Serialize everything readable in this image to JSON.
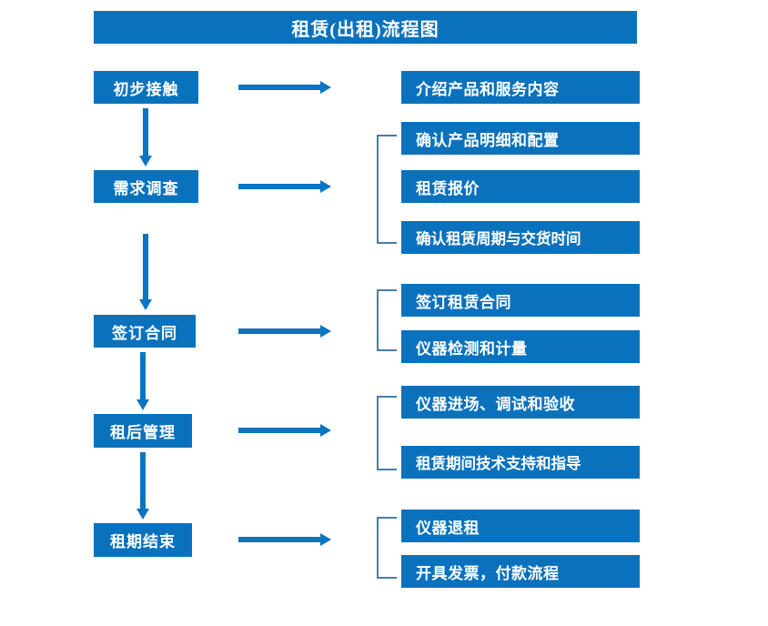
{
  "diagram": {
    "title": "租赁(出租)流程图",
    "accent_color": "#0a72bd",
    "arrow_color": "#0d74bf",
    "bracket_color": "#4a7ba8",
    "text_color": "#ffffff",
    "background_color": "#ffffff"
  },
  "stages": [
    {
      "id": "stage-1",
      "label": "初步接触"
    },
    {
      "id": "stage-2",
      "label": "需求调查"
    },
    {
      "id": "stage-3",
      "label": "签订合同"
    },
    {
      "id": "stage-4",
      "label": "租后管理"
    },
    {
      "id": "stage-5",
      "label": "租期结束"
    }
  ],
  "details": [
    {
      "id": "detail-1-1",
      "label": "介绍产品和服务内容"
    },
    {
      "id": "detail-2-1",
      "label": "确认产品明细和配置"
    },
    {
      "id": "detail-2-2",
      "label": "租赁报价"
    },
    {
      "id": "detail-2-3",
      "label": "确认租赁周期与交货时间"
    },
    {
      "id": "detail-3-1",
      "label": "签订租赁合同"
    },
    {
      "id": "detail-3-2",
      "label": "仪器检测和计量"
    },
    {
      "id": "detail-4-1",
      "label": "仪器进场、调试和验收"
    },
    {
      "id": "detail-4-2",
      "label": "租赁期间技术支持和指导"
    },
    {
      "id": "detail-5-1",
      "label": "仪器退租"
    },
    {
      "id": "detail-5-2",
      "label": "开具发票，付款流程"
    }
  ],
  "connectors": {
    "horizontal_arrows": 5,
    "vertical_arrows": 4,
    "brackets": 4
  }
}
